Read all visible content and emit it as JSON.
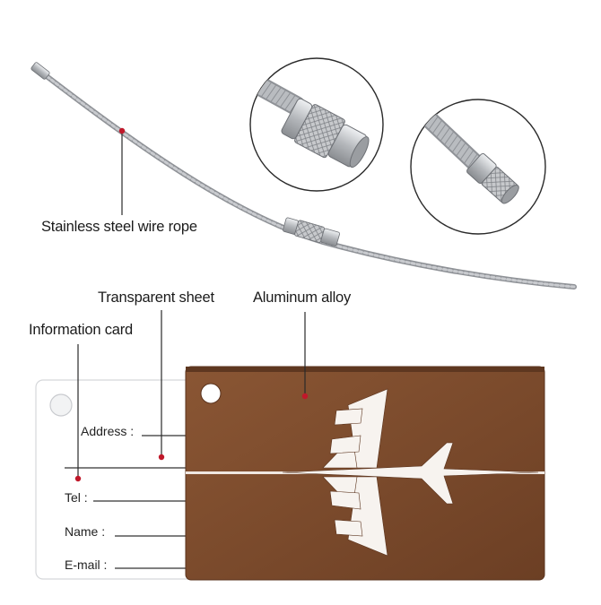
{
  "callouts": {
    "wire_rope": "Stainless steel wire rope",
    "transparent_sheet": "Transparent sheet",
    "aluminum_alloy": "Aluminum alloy",
    "information_card": "Information card"
  },
  "card_fields": {
    "address": "Address :",
    "tel": "Tel :",
    "name": "Name :",
    "email": "E-mail :"
  },
  "colors": {
    "aluminum_brown": "#7a4a2c",
    "callout_red": "#c0182a",
    "wire_gray": "#a9acb0"
  }
}
